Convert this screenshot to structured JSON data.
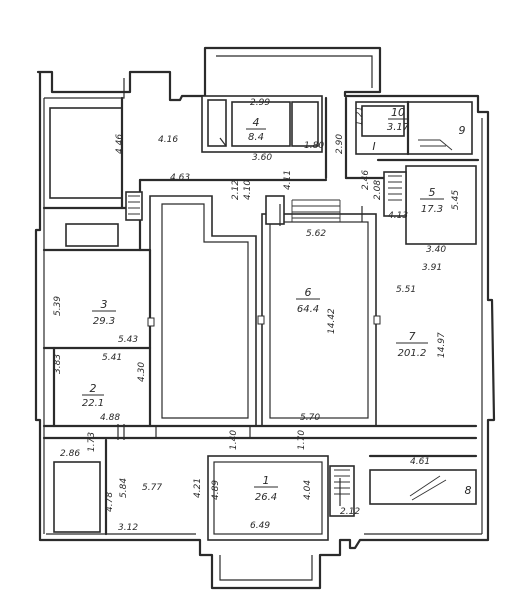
{
  "rooms": [
    {
      "id": "1",
      "number": "1",
      "area": "26.4"
    },
    {
      "id": "2",
      "number": "2",
      "area": "22.1"
    },
    {
      "id": "3",
      "number": "3",
      "area": "29.3"
    },
    {
      "id": "4",
      "number": "4",
      "area": "8.4"
    },
    {
      "id": "5",
      "number": "5",
      "area": "17.3"
    },
    {
      "id": "6",
      "number": "6",
      "area": "64.4"
    },
    {
      "id": "7",
      "number": "7",
      "area": "201.2"
    },
    {
      "id": "8",
      "number": "8",
      "area": ""
    },
    {
      "id": "9",
      "number": "9",
      "area": ""
    },
    {
      "id": "10",
      "number": "10",
      "area": "3.17"
    }
  ],
  "roman_mark": "I",
  "dims": {
    "d299": "2.99",
    "d416": "4.16",
    "d446": "4.46",
    "d360": "3.60",
    "d180": "1.80",
    "d290": "2.90",
    "d121": "1.21",
    "d463": "4.63",
    "d212": "2.12",
    "d410": "4.10",
    "d411": "4.11",
    "d246": "2.46",
    "d208": "2.08",
    "d545": "5.45",
    "d413": "4.13",
    "d562": "5.62",
    "d340": "3.40",
    "d391": "3.91",
    "d539": "5.39",
    "d551": "5.51",
    "d1442": "14.42",
    "d1497": "14.97",
    "d543": "5.43",
    "d541": "5.41",
    "d383": "3.83",
    "d430": "4.30",
    "d488": "4.88",
    "d570": "5.70",
    "d140": "1.40",
    "d170": "1.70",
    "d461": "4.61",
    "d286": "2.86",
    "d173": "1.73",
    "d584": "5.84",
    "d577": "5.77",
    "d478": "4.78",
    "d421": "4.21",
    "d489": "4.89",
    "d404": "4.04",
    "d212b": "2.12",
    "d312": "3.12",
    "d649": "6.49"
  }
}
